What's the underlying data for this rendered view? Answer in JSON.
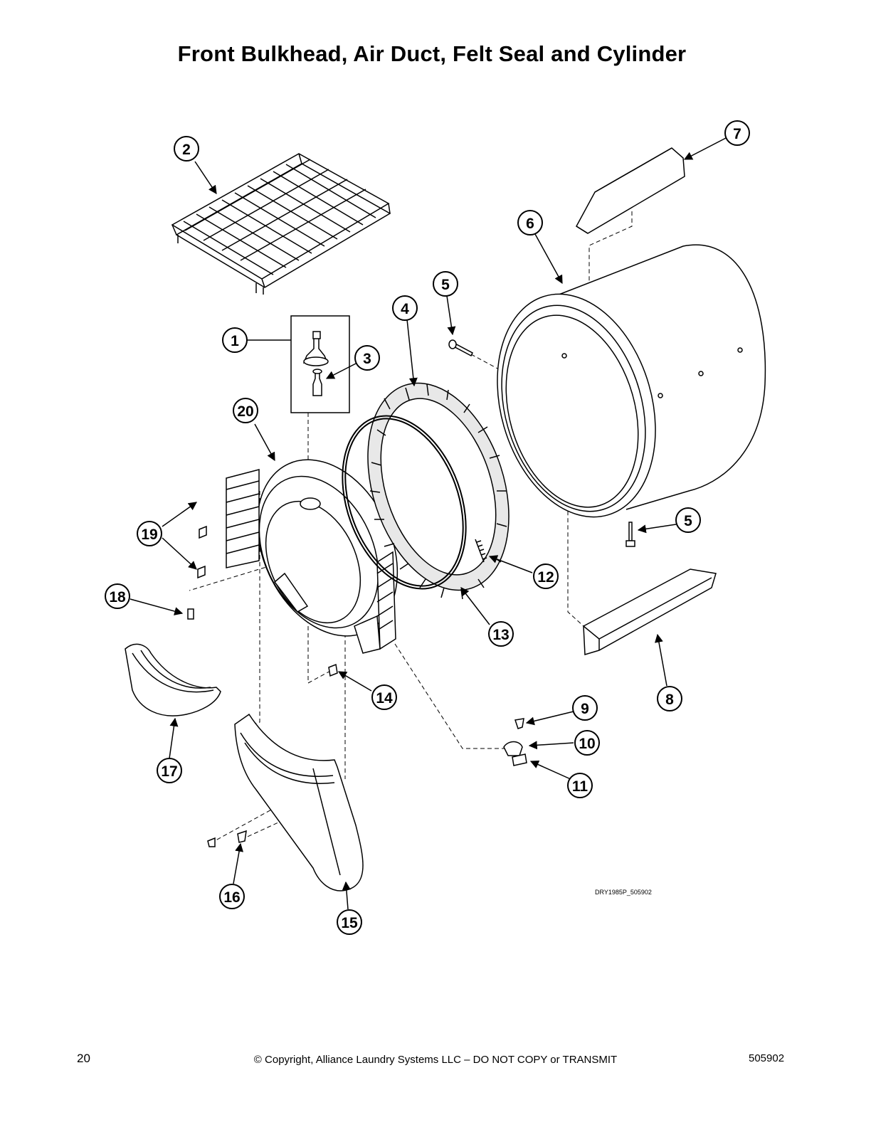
{
  "header": {
    "title": "Front Bulkhead, Air Duct, Felt Seal and Cylinder"
  },
  "diagram": {
    "figure_code": "DRY1985P_505902",
    "callouts": [
      {
        "id": "c1",
        "label": "1"
      },
      {
        "id": "c2",
        "label": "2"
      },
      {
        "id": "c3",
        "label": "3"
      },
      {
        "id": "c4",
        "label": "4"
      },
      {
        "id": "c5a",
        "label": "5"
      },
      {
        "id": "c5b",
        "label": "5"
      },
      {
        "id": "c6",
        "label": "6"
      },
      {
        "id": "c7",
        "label": "7"
      },
      {
        "id": "c8",
        "label": "8"
      },
      {
        "id": "c9",
        "label": "9"
      },
      {
        "id": "c10",
        "label": "10"
      },
      {
        "id": "c11",
        "label": "11"
      },
      {
        "id": "c12",
        "label": "12"
      },
      {
        "id": "c13",
        "label": "13"
      },
      {
        "id": "c14",
        "label": "14"
      },
      {
        "id": "c15",
        "label": "15"
      },
      {
        "id": "c16",
        "label": "16"
      },
      {
        "id": "c17",
        "label": "17"
      },
      {
        "id": "c18",
        "label": "18"
      },
      {
        "id": "c19",
        "label": "19"
      },
      {
        "id": "c20",
        "label": "20"
      }
    ]
  },
  "footer": {
    "page_number": "20",
    "copyright": "© Copyright, Alliance Laundry Systems LLC – DO NOT COPY or TRANSMIT",
    "doc_number": "505902"
  }
}
